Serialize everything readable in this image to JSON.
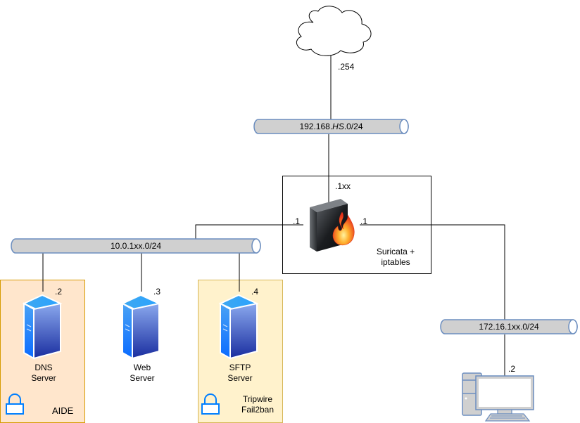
{
  "internet": {
    "icon": "cloud-icon",
    "address_label": ".254"
  },
  "networks": {
    "wan": {
      "label_prefix": "192.168.",
      "label_italic": "HS",
      "label_suffix": ".0/24"
    },
    "lan": {
      "label": "10.0.1xx.0/24"
    },
    "mgmt": {
      "label": "172.16.1xx.0/24"
    }
  },
  "firewall": {
    "icon": "firewall-icon",
    "wan_address": ".1xx",
    "lan_address": ".1",
    "mgmt_address": ".1",
    "description_line1": "Suricata +",
    "description_line2": "iptables"
  },
  "servers": [
    {
      "name_line1": "DNS",
      "name_line2": "Server",
      "address": ".2",
      "icon": "server-icon"
    },
    {
      "name_line1": "Web",
      "name_line2": "Server",
      "address": ".3",
      "icon": "server-icon"
    },
    {
      "name_line1": "SFTP",
      "name_line2": "Server",
      "address": ".4",
      "icon": "server-icon"
    }
  ],
  "zones": {
    "dns": {
      "label": "AIDE",
      "icon": "lock-icon",
      "color": "#ffe6cc",
      "border": "#d79b00"
    },
    "sftp": {
      "label_line1": "Tripwire",
      "label_line2": "Fail2ban",
      "icon": "lock-icon",
      "color": "#fff2cc",
      "border": "#d6b656"
    }
  },
  "workstation": {
    "icon": "desktop-computer-icon",
    "address": ".2"
  },
  "colors": {
    "bus_fill": "#d0d0d0",
    "bus_stroke": "#6c8ebf",
    "server_blue": "#1e88ff",
    "lock_blue": "#007fff"
  }
}
